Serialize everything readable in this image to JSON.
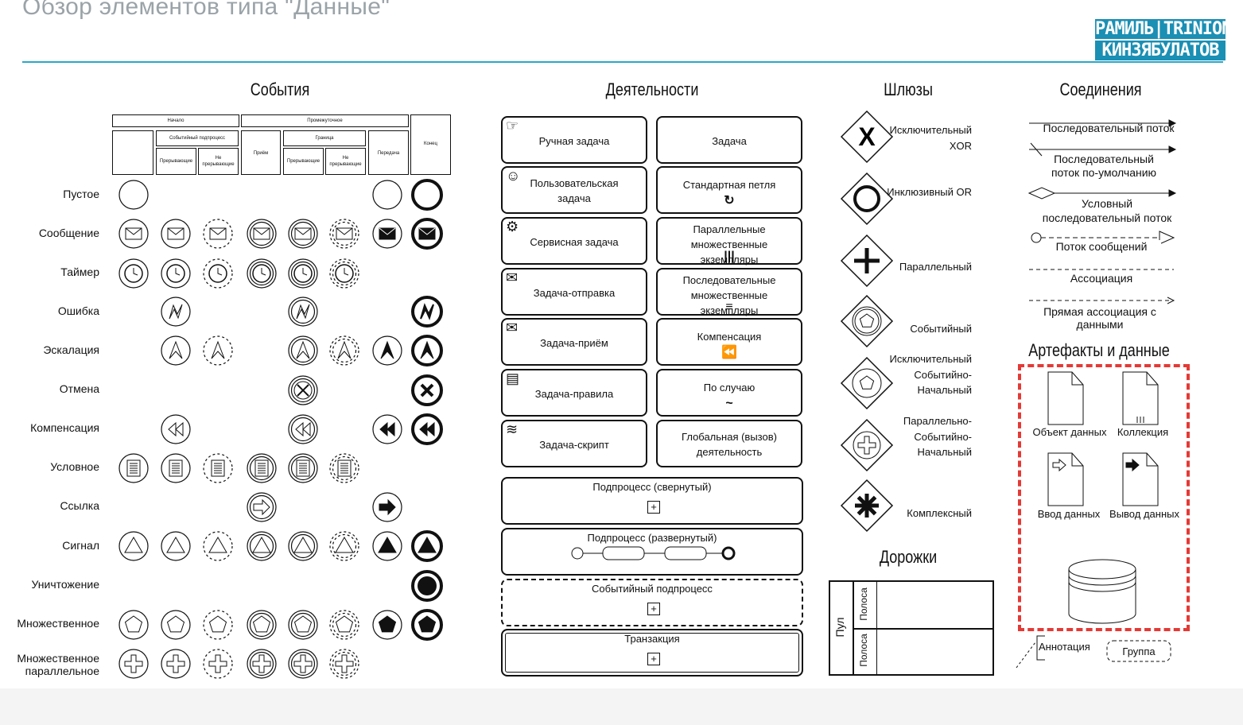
{
  "title": "Обзор элементов типа \"Данные\"",
  "logo": {
    "line1": "РАМИЛЬ|TRINION",
    "line2": "КИНЗЯБУЛАТОВ",
    "color": "#1b8fb4"
  },
  "sections": {
    "events": "События",
    "activities": "Деятельности",
    "gateways": "Шлюзы",
    "connections": "Соединения",
    "artifacts": "Артефакты и данные",
    "lanes": "Дорожки"
  },
  "event_header": {
    "start": "Начало",
    "intermediate": "Промежуточное",
    "end": "Конец",
    "event_subprocess": "Событийный подпроцесс",
    "boundary": "Граница",
    "receive": "Приём",
    "send": "Передача",
    "interrupting": "Прерывающие",
    "non_interrupting": "Не прерывающие"
  },
  "event_rows": [
    "Пустое",
    "Сообщение",
    "Таймер",
    "Ошибка",
    "Эскалация",
    "Отмена",
    "Компенсация",
    "Условное",
    "Ссылка",
    "Сигнал",
    "Уничтожение",
    "Множественное",
    "Множественное параллельное"
  ],
  "activities_left": [
    {
      "label": "Ручная задача",
      "icon": "hand-icon"
    },
    {
      "label": "Пользовательская задача",
      "icon": "user-icon"
    },
    {
      "label": "Сервисная задача",
      "icon": "gear-icon"
    },
    {
      "label": "Задача-отправка",
      "icon": "envelope-filled-icon"
    },
    {
      "label": "Задача-приём",
      "icon": "envelope-icon"
    },
    {
      "label": "Задача-правила",
      "icon": "table-icon"
    },
    {
      "label": "Задача-скрипт",
      "icon": "script-icon"
    }
  ],
  "activities_right": [
    {
      "label": "Задача"
    },
    {
      "label": "Стандартная петля",
      "marker": "loop"
    },
    {
      "label": "Параллельные множественные экземпляры",
      "marker": "parallel"
    },
    {
      "label": "Последовательные множественные экземпляры",
      "marker": "sequential"
    },
    {
      "label": "Компенсация",
      "marker": "compensation"
    },
    {
      "label": "По случаю",
      "marker": "adhoc"
    },
    {
      "label": "Глобальная (вызов) деятельность"
    }
  ],
  "subprocesses": [
    {
      "label": "Подпроцесс (свернутый)"
    },
    {
      "label": "Подпроцесс (развернутый)"
    },
    {
      "label": "Событийный подпроцесс"
    },
    {
      "label": "Транзакция"
    }
  ],
  "gateways": [
    {
      "label": "Исключительный XOR",
      "icon": "x-icon"
    },
    {
      "label": "Инклюзивный OR",
      "icon": "circle-icon"
    },
    {
      "label": "Параллельный",
      "icon": "plus-icon"
    },
    {
      "label": "Событийный",
      "icon": "pentagon-icon"
    },
    {
      "label": "Исключительный Событийно-Начальный",
      "icon": "pentagon-icon"
    },
    {
      "label": "Параллельно-Событийно-Начальный",
      "icon": "plus-icon"
    },
    {
      "label": "Комплексный",
      "icon": "asterisk-icon"
    }
  ],
  "connections": [
    "Последовательный поток",
    "Последовательный поток по-умолчанию",
    "Условный последовательный поток",
    "Поток сообщений",
    "Ассоциация",
    "Прямая ассоциация с данными"
  ],
  "artifacts": {
    "data_object": "Объект данных",
    "collection": "Коллекция",
    "data_input": "Ввод данных",
    "data_output": "Вывод данных",
    "annotation": "Аннотация",
    "group": "Группа",
    "highlight_color": "#e53935"
  },
  "lanes": {
    "pool": "Пул",
    "lane1": "Полоса",
    "lane2": "Полоса"
  }
}
